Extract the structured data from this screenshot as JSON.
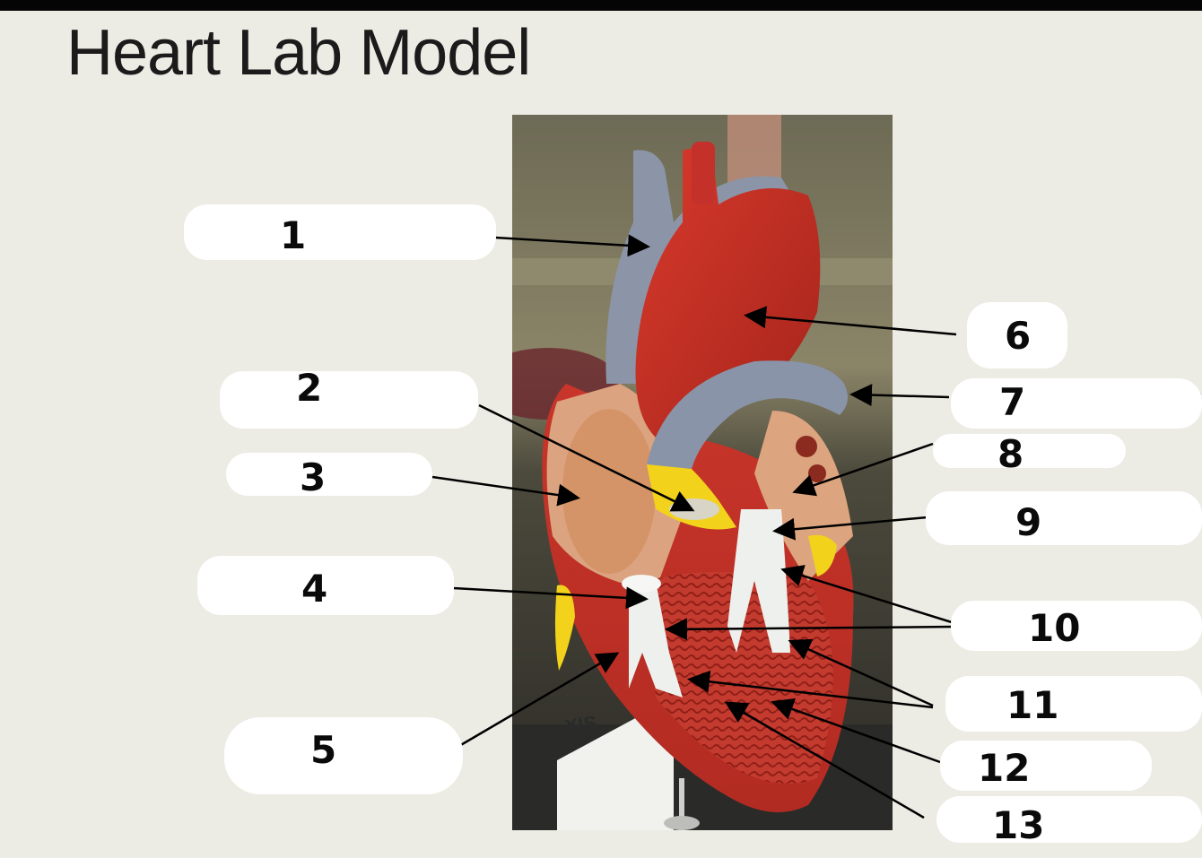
{
  "title": "Heart Lab Model",
  "photo_label": "XIS",
  "labels": [
    {
      "id": "1",
      "text": "1"
    },
    {
      "id": "2",
      "text": "2"
    },
    {
      "id": "3",
      "text": "3"
    },
    {
      "id": "4",
      "text": "4"
    },
    {
      "id": "5",
      "text": "5"
    },
    {
      "id": "6",
      "text": "6"
    },
    {
      "id": "7",
      "text": "7"
    },
    {
      "id": "8",
      "text": "8"
    },
    {
      "id": "9",
      "text": "9"
    },
    {
      "id": "10",
      "text": "10"
    },
    {
      "id": "11",
      "text": "11"
    },
    {
      "id": "12",
      "text": "12"
    },
    {
      "id": "13",
      "text": "13"
    }
  ],
  "colors": {
    "background": "#ecebe4",
    "vessel_blue": "#8a94a8",
    "heart_red": "#c8352a",
    "chamber_tan": "#d9a07a",
    "valve_yellow": "#f2d21b",
    "chordae_white": "#eef0ee"
  }
}
